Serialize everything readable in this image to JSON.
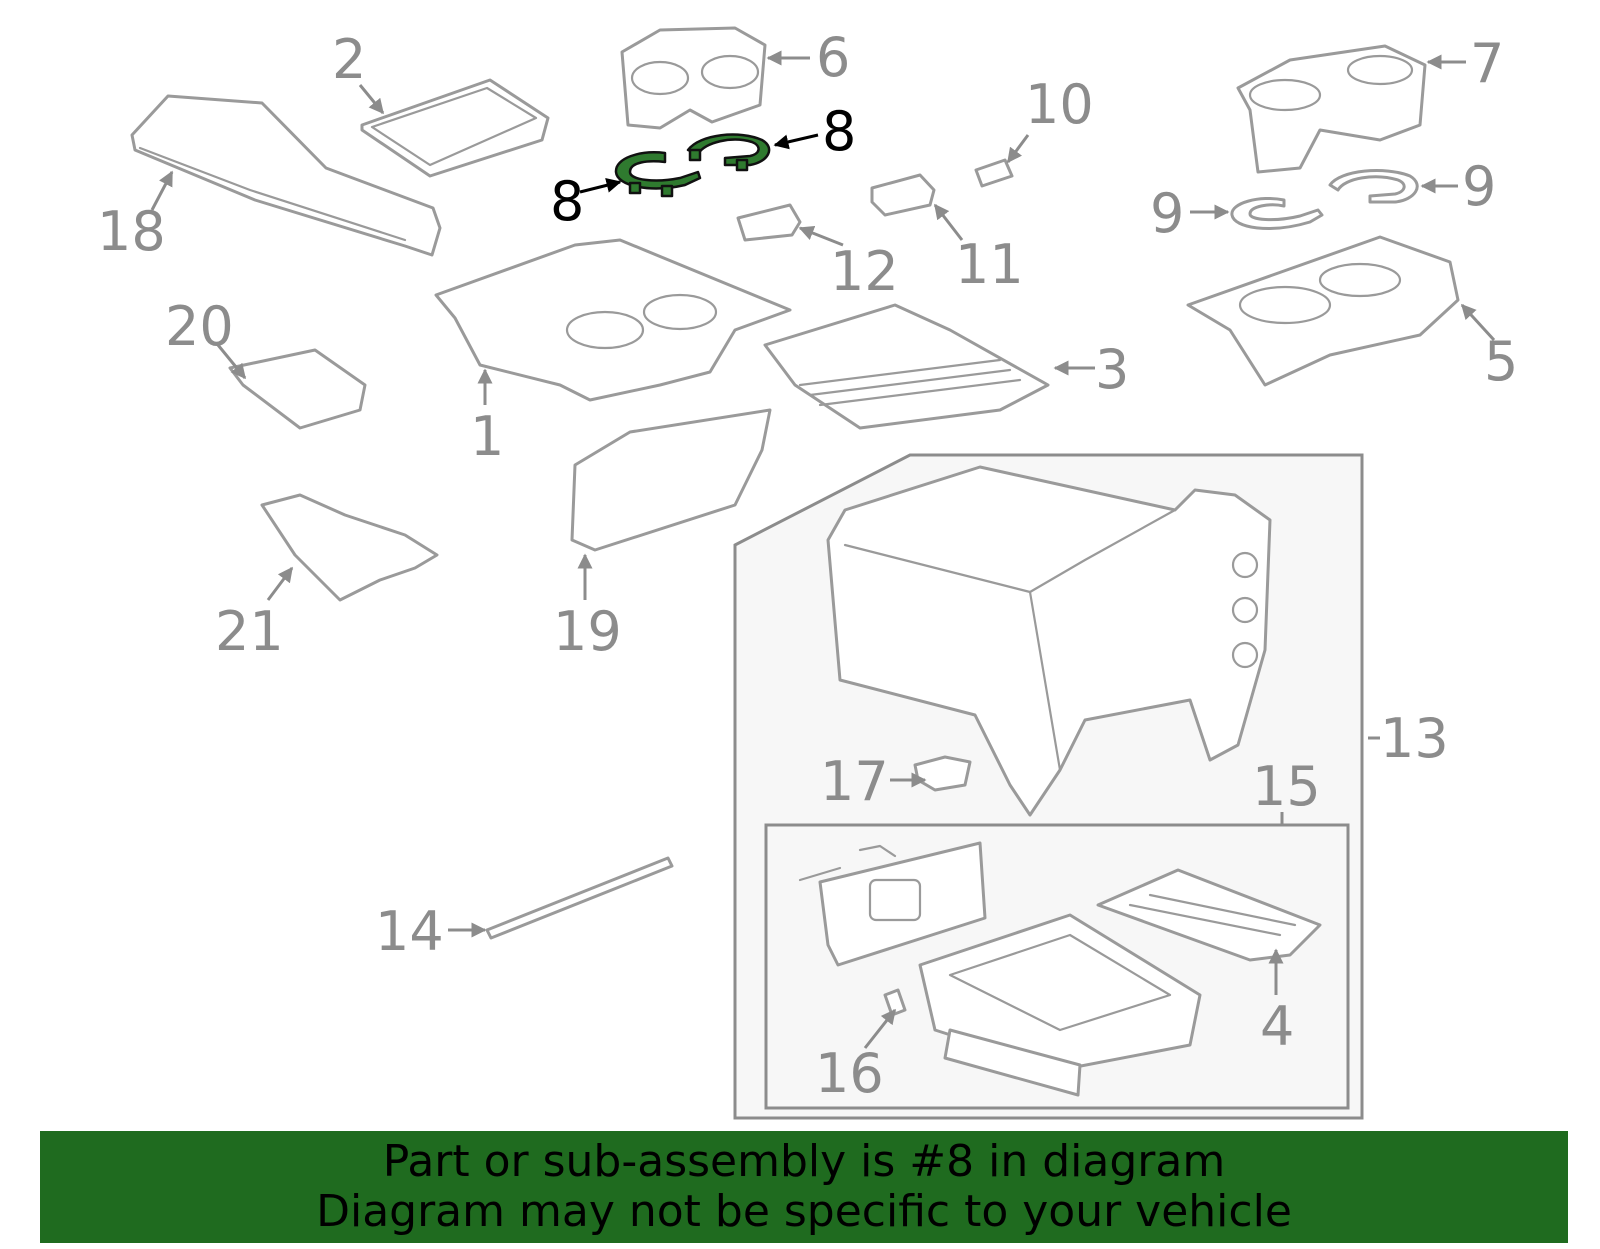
{
  "callouts": {
    "c1": "1",
    "c2": "2",
    "c3": "3",
    "c4": "4",
    "c5": "5",
    "c6": "6",
    "c7": "7",
    "c8a": "8",
    "c8b": "8",
    "c9a": "9",
    "c9b": "9",
    "c10": "10",
    "c11": "11",
    "c12": "12",
    "c13": "13",
    "c14": "14",
    "c15": "15",
    "c16": "16",
    "c17": "17",
    "c18": "18",
    "c19": "19",
    "c20": "20",
    "c21": "21"
  },
  "highlight_part": "8",
  "colors": {
    "highlight": "#2f7a2f",
    "banner": "#1f6b1f",
    "line": "#9a9a9a"
  },
  "banner": {
    "line1": "Part or sub-assembly is #8 in diagram",
    "line2": "Diagram may not be specific to your vehicle"
  }
}
